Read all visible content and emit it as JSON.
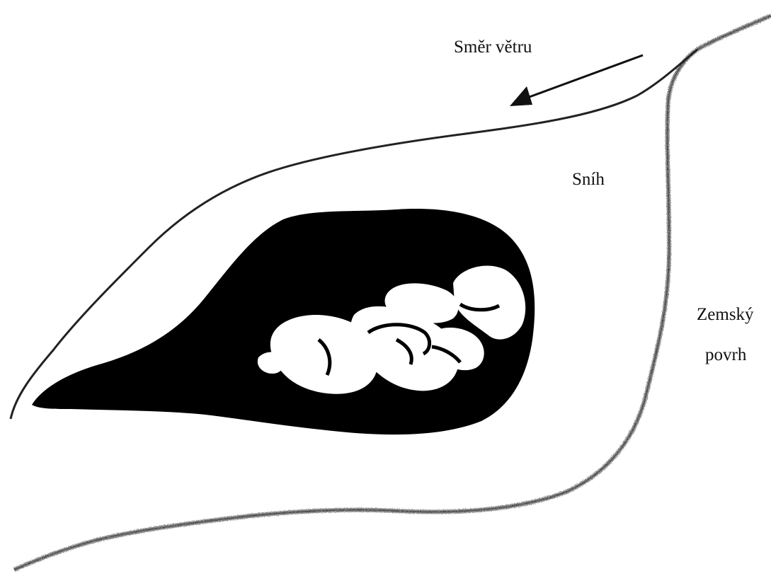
{
  "labels": {
    "wind_direction": "Směr větru",
    "snow": "Sníh",
    "ground_line1": "Zemský",
    "ground_line2": "povrh"
  },
  "colors": {
    "ink": "#111111",
    "ground": "#8a8a8a",
    "cavity": "#000000",
    "background": "#ffffff"
  },
  "icons": {
    "wind_arrow": "arrow-left-down-icon",
    "person": "curled-person-icon"
  }
}
